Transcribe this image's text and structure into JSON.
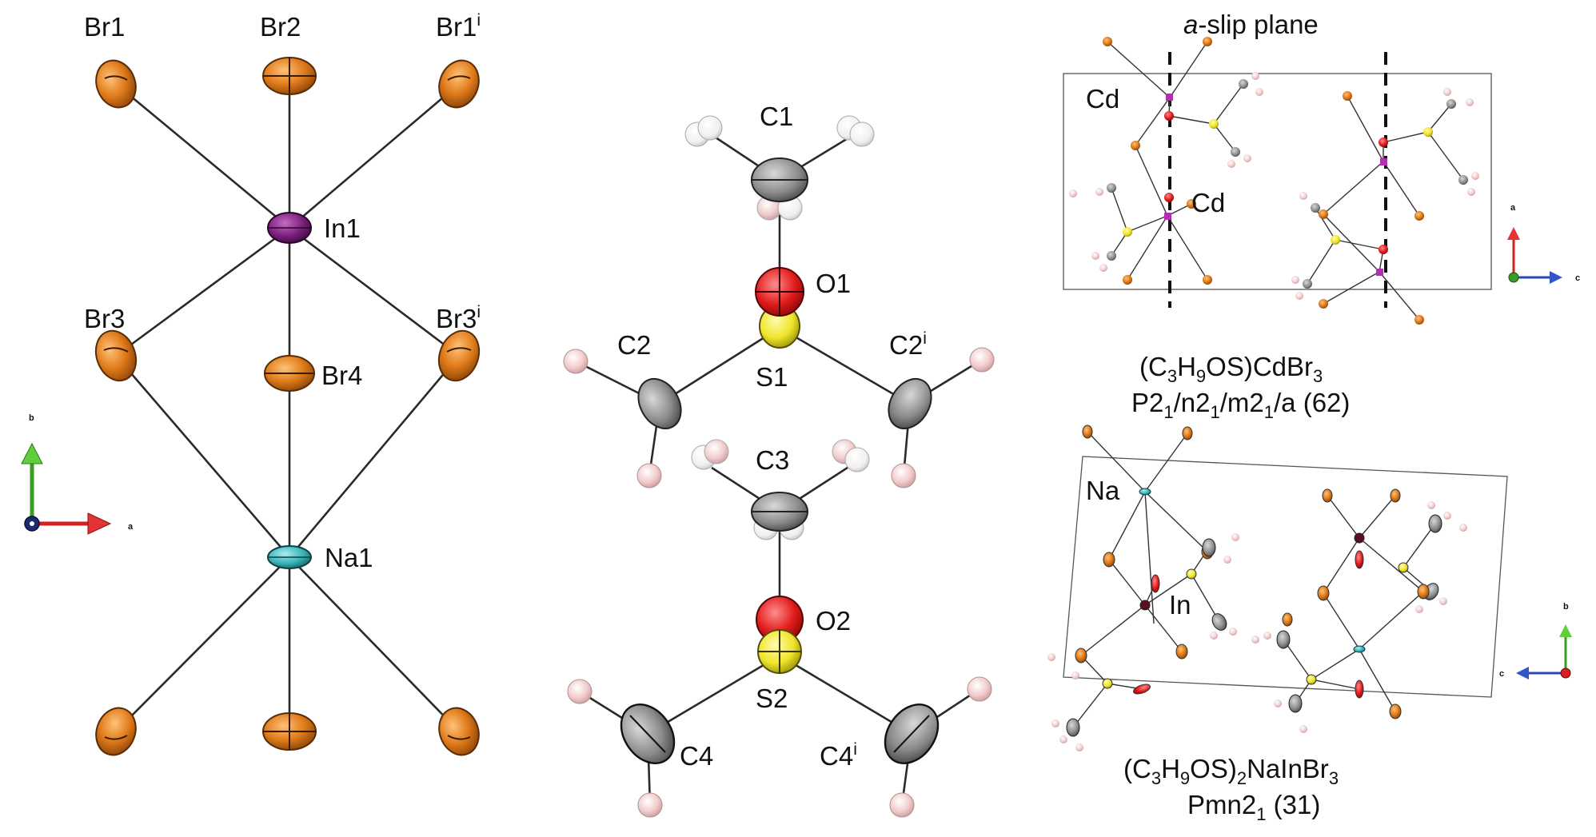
{
  "labels": {
    "br1": "Br1",
    "br2": "Br2",
    "br1i": "Br1",
    "br3": "Br3",
    "br3i": "Br3",
    "br4": "Br4",
    "in1": "In1",
    "na1": "Na1",
    "sup_i": "i",
    "c1": "C1",
    "c2": "C2",
    "c2i": "C2",
    "c3": "C3",
    "c4": "C4",
    "c4i": "C4",
    "o1": "O1",
    "o2": "O2",
    "s1": "S1",
    "s2": "S2",
    "cd_top": "Cd",
    "cd_mid": "Cd",
    "na_cell": "Na",
    "in_cell": "In"
  },
  "slip_plane": {
    "italic": "a",
    "rest": "-slip plane"
  },
  "compound1": {
    "formula_prefix": "(C",
    "sub1": "3",
    "h": "H",
    "sub2": "9",
    "mid": "OS)CdBr",
    "sub3": "3",
    "group": [
      "P2",
      "1",
      "/n2",
      "1",
      "/m2",
      "1",
      "/a (62)"
    ]
  },
  "compound2": {
    "formula_prefix": "(C",
    "sub1": "3",
    "h": "H",
    "sub2": "9",
    "mid": "OS)",
    "sub2b": "2",
    "mid2": "NaInBr",
    "sub3": "3",
    "group": [
      "Pmn2",
      "1",
      " (31)"
    ]
  },
  "axes": {
    "left": {
      "up": "b",
      "right": "a"
    },
    "top_right": {
      "up": "a",
      "right": "c"
    },
    "bottom_right": {
      "up": "b",
      "left": "c"
    }
  },
  "colors": {
    "bromine": "#e07b1a",
    "indium": "#7a1f7a",
    "sodium": "#39b3b8",
    "carbon": "#8a8a8a",
    "oxygen": "#e11b1b",
    "sulfur": "#f0e52a",
    "hydrogen": "#f0c8c8",
    "cadmium": "#b030b0"
  }
}
